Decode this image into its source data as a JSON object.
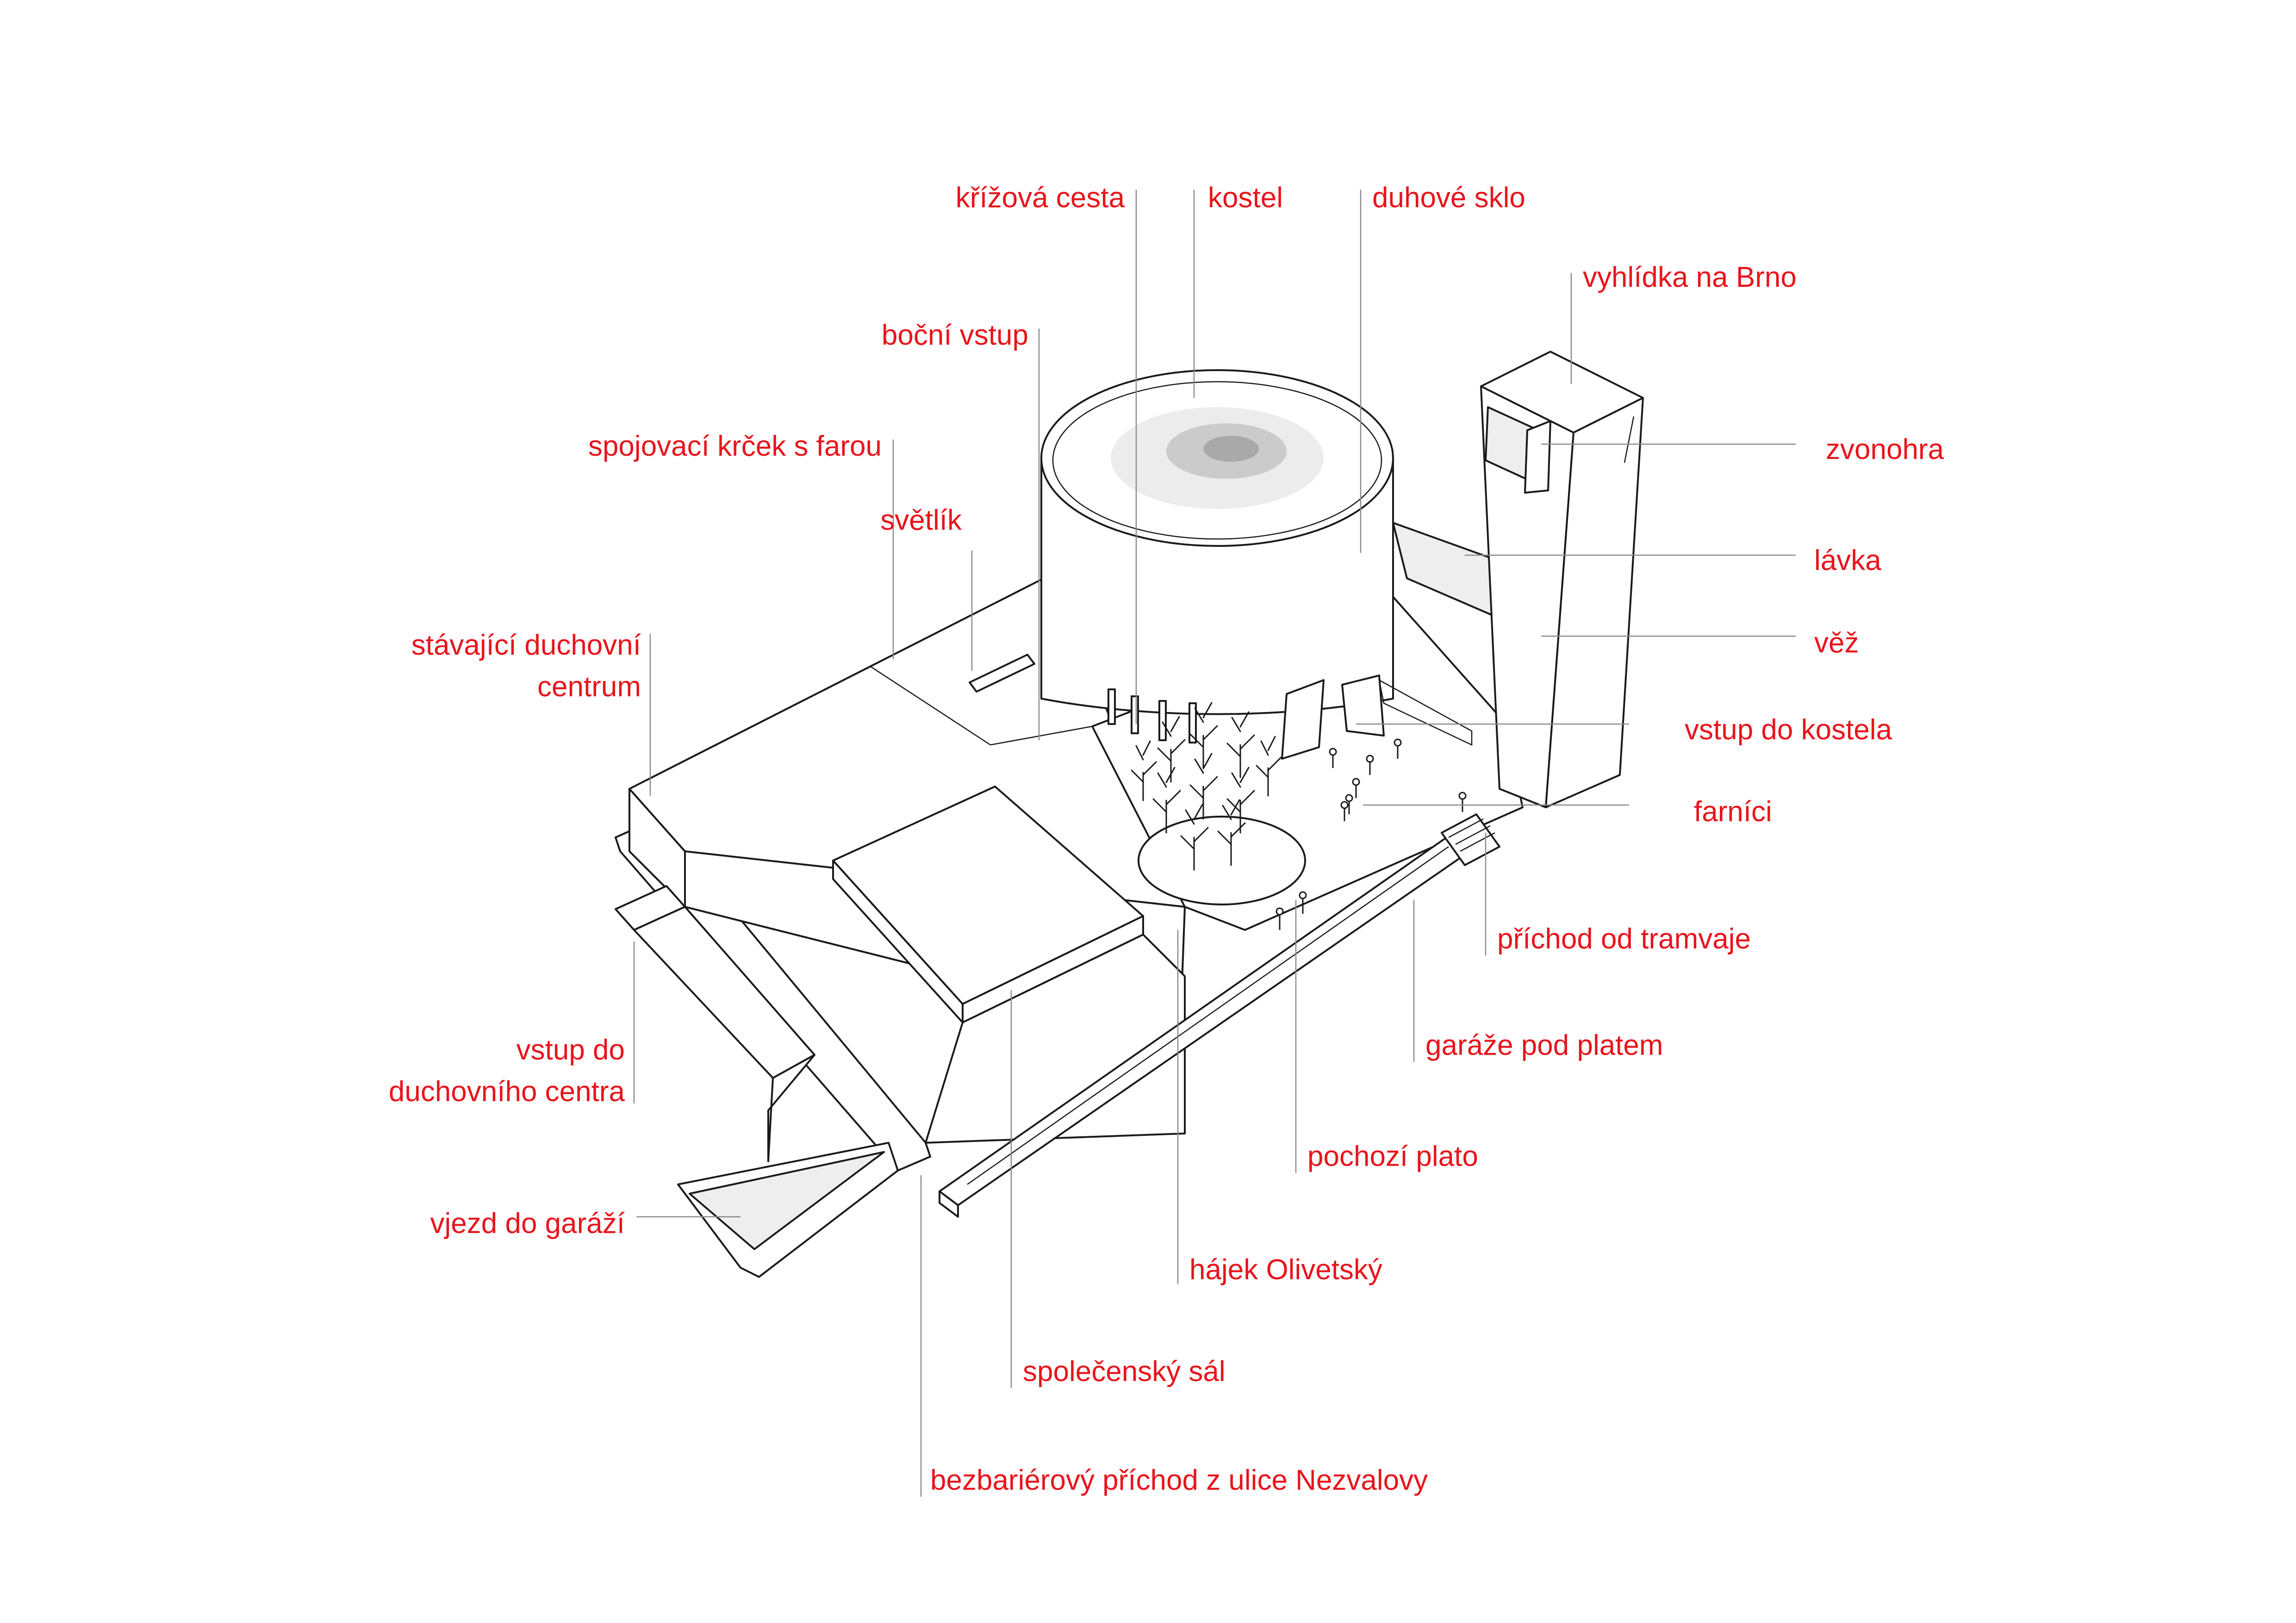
{
  "labels": {
    "krizova_cesta": "křížová cesta",
    "kostel": "kostel",
    "duhove_sklo": "duhové sklo",
    "vyhlidka": "vyhlídka na Brno",
    "bocni_vstup": "boční vstup",
    "spojovaci_krcek": "spojovací krček s farou",
    "zvonohra": "zvonohra",
    "svetlik": "světlík",
    "lavka": "lávka",
    "stavajici_1": "stávající duchovní",
    "stavajici_2": "centrum",
    "vez": "věž",
    "vstup_kostel": "vstup do kostela",
    "farnici": "farníci",
    "prichod_tramvaj": "příchod od tramvaje",
    "vstup_dc_1": "vstup do",
    "vstup_dc_2": "duchovního centra",
    "garaze": "garáže pod platem",
    "pochozi_plato": "pochozí plato",
    "vjezd": "vjezd do garáží",
    "hajek": "hájek Olivetský",
    "spolecensky_sal": "společenský sál",
    "bezbarierovy": "bezbariérový příchod z ulice Nezvalovy"
  },
  "colors": {
    "label": "#e8141c",
    "leader": "#8a8a8a",
    "outline": "#1a1a1a"
  }
}
